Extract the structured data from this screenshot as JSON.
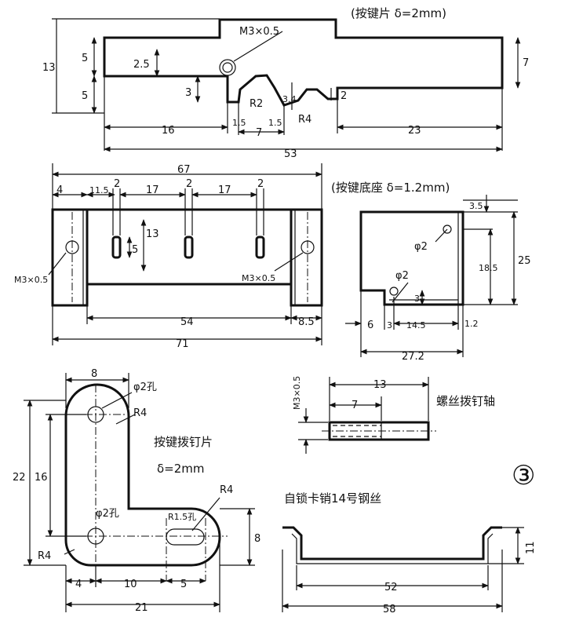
{
  "captions": {
    "key_plate": "(按键片 δ=2mm)",
    "key_base": "(按键底座 δ=1.2mm)",
    "dial_plate_line1": "按键拨钉片",
    "dial_plate_line2": "δ=2mm",
    "screw_axis": "螺丝拨钉轴",
    "lock_pin": "自锁卡销14号钢丝",
    "figure_number": "③"
  },
  "key_plate": {
    "d_13": "13",
    "d_5a": "5",
    "d_5b": "5",
    "d_7": "7",
    "d_25": "2.5",
    "d_3": "3",
    "thread": "M3×0.5",
    "r2": "R2",
    "r4": "R4",
    "d_34": "3.4",
    "d_2": "2",
    "d_16": "16",
    "d_15a": "1.5",
    "d_7b": "7",
    "d_15b": "1.5",
    "d_23": "23",
    "d_53": "53"
  },
  "key_base": {
    "d_67": "67",
    "d_4": "4",
    "d_115": "11.5",
    "d_2a": "2",
    "d_2b": "2",
    "d_2c": "2",
    "d_17a": "17",
    "d_17b": "17",
    "d_5": "5",
    "d_13": "13",
    "thread_left": "M3×0.5",
    "thread_right": "M3×0.5",
    "d_54": "54",
    "d_85": "8.5",
    "d_71": "71"
  },
  "base_side": {
    "d_35": "3.5",
    "d_25": "25",
    "d_185": "18.5",
    "phi2a": "φ2",
    "phi2b": "φ2",
    "d_3v": "3",
    "d_6": "6",
    "d_3": "3",
    "d_145": "14.5",
    "d_12": "1.2",
    "d_272": "27.2"
  },
  "dial_plate": {
    "d_8": "8",
    "hole_top": "φ2孔",
    "r4a": "R4",
    "d_22": "22",
    "d_16": "16",
    "hole_bottom": "φ2孔",
    "slot": "R1.5孔",
    "r4b": "R4",
    "r4c": "R4",
    "d_8r": "8",
    "d_4": "4",
    "d_10": "10",
    "d_5": "5",
    "d_21": "21"
  },
  "screw_axis": {
    "thread": "M3×0.5",
    "d_13": "13",
    "d_7": "7"
  },
  "lock_pin": {
    "d_11": "11",
    "d_52": "52",
    "d_58": "58"
  }
}
